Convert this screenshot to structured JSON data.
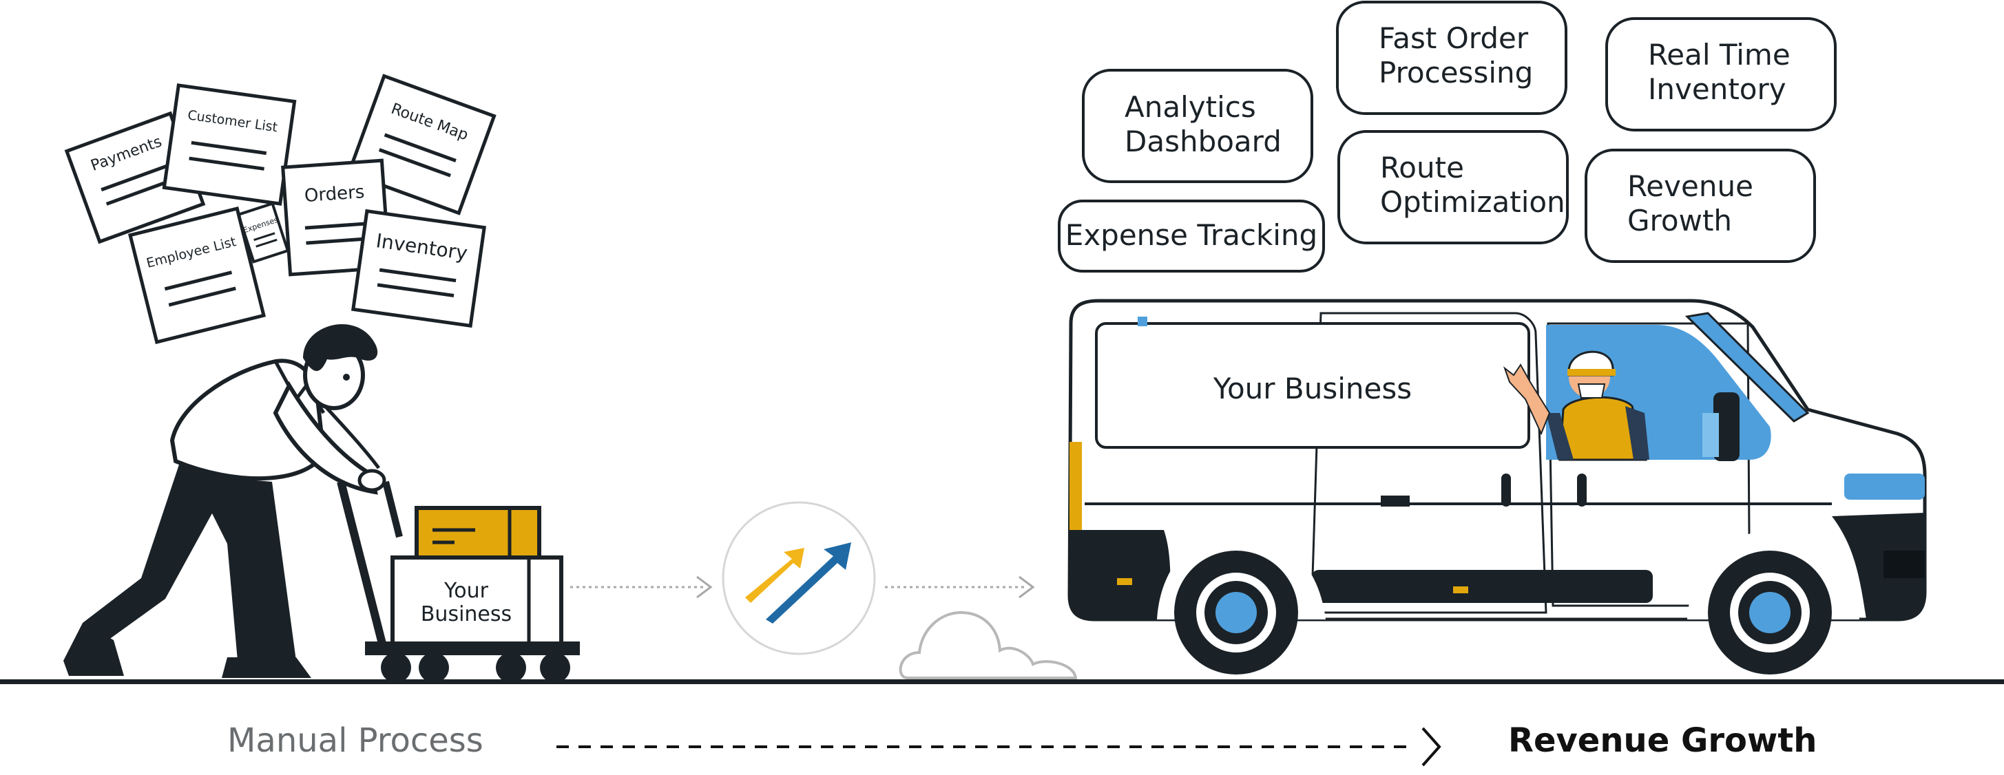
{
  "documents": {
    "payments": "Payments",
    "customer_list": "Customer List",
    "route_map": "Route Map",
    "orders": "Orders",
    "expenses": "Expenses",
    "employee_list": "Employee List",
    "inventory": "Inventory"
  },
  "cart": {
    "box_line1": "Your",
    "box_line2": "Business"
  },
  "van": {
    "side_text": "Your Business"
  },
  "features": {
    "analytics": [
      "Analytics",
      "Dashboard"
    ],
    "fast_order": [
      "Fast Order",
      "Processing"
    ],
    "real_time": [
      "Real Time",
      "Inventory"
    ],
    "expense": [
      "Expense Tracking"
    ],
    "route": [
      "Route",
      "Optimization"
    ],
    "revenue": [
      "Revenue",
      "Growth"
    ]
  },
  "bottom": {
    "left_label": "Manual Process",
    "right_label": "Revenue Growth"
  },
  "colors": {
    "ink": "#1b2227",
    "box_yellow": "#e2a70a",
    "van_blue": "#4f9fdc",
    "arrow_yellow": "#f2b51a",
    "arrow_blue": "#1f6aa5"
  }
}
